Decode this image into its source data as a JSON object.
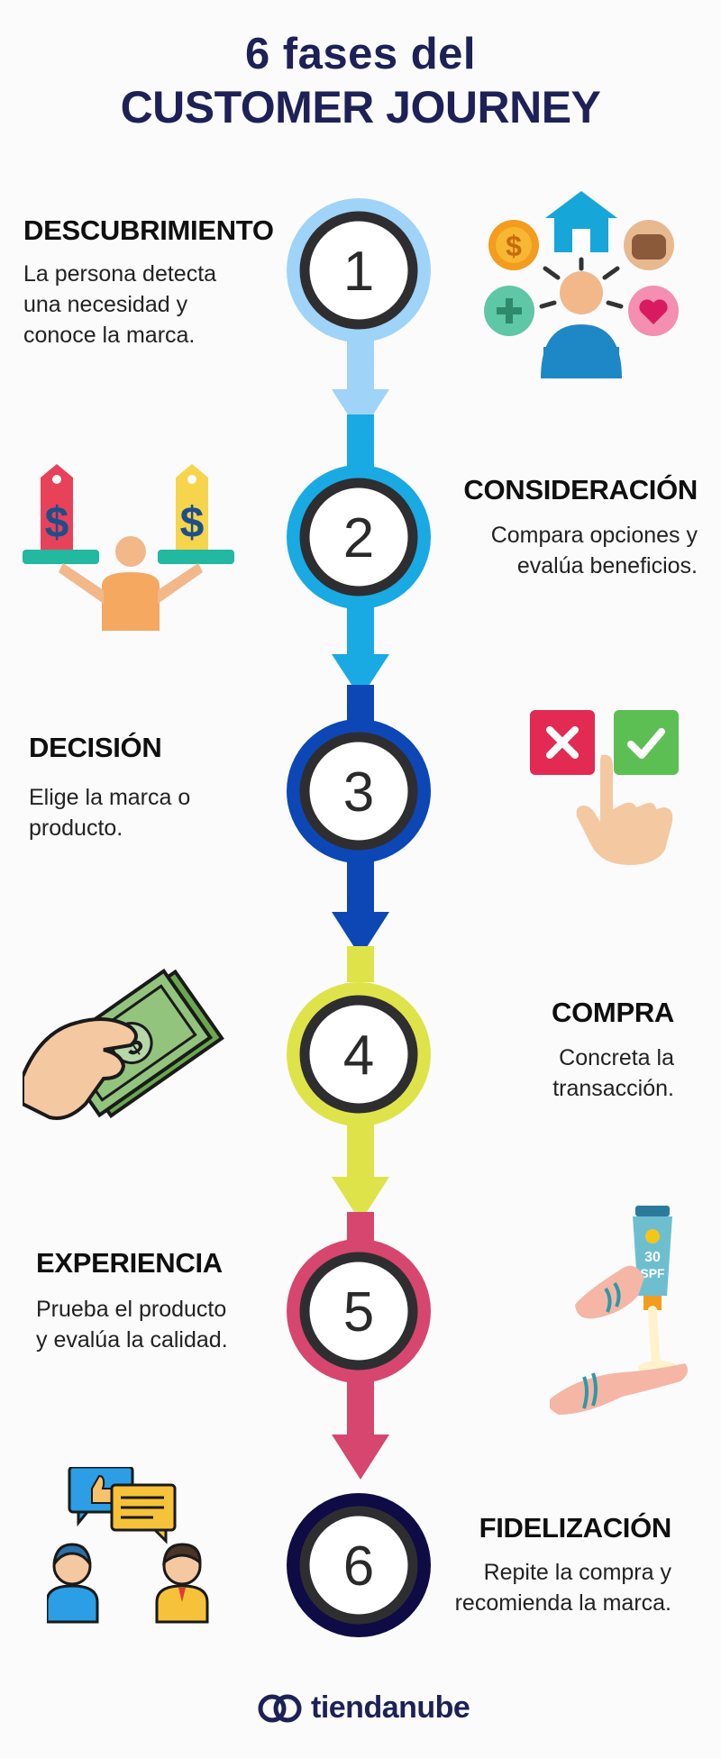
{
  "title": {
    "line1": "6 fases del",
    "line2": "CUSTOMER JOURNEY"
  },
  "steps": [
    {
      "number": "1",
      "title": "DESCUBRIMIENTO",
      "description": "La persona detecta\nuna necesidad y\nconoce la marca.",
      "color": "#9fd3f8",
      "icon": "people-network-icon"
    },
    {
      "number": "2",
      "title": "CONSIDERACIÓN",
      "description": "Compara opciones y\nevalúa beneficios.",
      "color": "#19a9e3",
      "icon": "price-balance-icon"
    },
    {
      "number": "3",
      "title": "DECISIÓN",
      "description": "Elige la marca o\nproducto.",
      "color": "#0d47b6",
      "icon": "choice-check-icon"
    },
    {
      "number": "4",
      "title": "COMPRA",
      "description": "Concreta la\ntransacción.",
      "color": "#dfe34a",
      "icon": "cash-payment-icon"
    },
    {
      "number": "5",
      "title": "EXPERIENCIA",
      "description": "Prueba el producto\ny evalúa la calidad.",
      "color": "#d6466f",
      "icon": "sunscreen-icon"
    },
    {
      "number": "6",
      "title": "FIDELIZACIÓN",
      "description": "Repite la compra y\nrecomienda la marca.",
      "color": "#0f0b45",
      "icon": "recommendation-icon"
    }
  ],
  "sunscreen_label": {
    "line1": "30",
    "line2": "SPF"
  },
  "brand": {
    "name": "tiendanube",
    "color": "#1d2157"
  }
}
